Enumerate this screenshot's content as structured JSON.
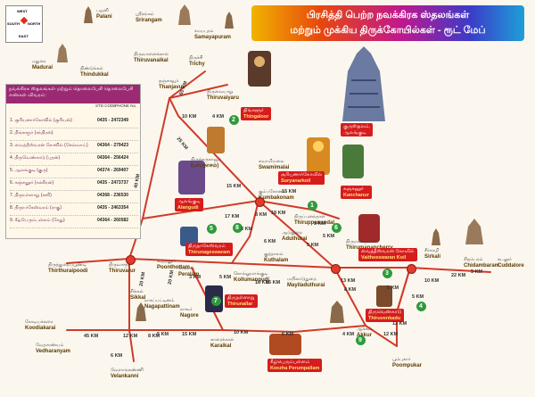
{
  "banner": {
    "line1": "பிரசித்தி பெற்ற நவக்கிரக ஸ்தலங்கள்",
    "line2": "மற்றும் முக்கிய திருக்கோயில்கள் - ரூட் மேப்"
  },
  "compass": {
    "north": "NORTH",
    "south": "SOUTH",
    "east": "EAST",
    "west": "WEST"
  },
  "legend": {
    "heading": "நவக்கிரக ஸ்தலங்கள் மற்றும் தொலைபேசி தொலைபேசி எண்கள் விவரம்:",
    "col_std": "STD CODE",
    "col_phone": "PHONE No.",
    "rows": [
      {
        "name": "1. சூரியனார்கோவில் (சூரியன்)",
        "phone": "0435 - 2472349"
      },
      {
        "name": "2. திங்களூர் (சந்திரன்)",
        "phone": ""
      },
      {
        "name": "3. வைத்தீஸ்வரன் கோவில் (செவ்வாய்)",
        "phone": "04364 - 279423"
      },
      {
        "name": "4. திருவெண்காடு (புதன்)",
        "phone": "04364 - 256424"
      },
      {
        "name": "5. ஆலங்குடி (குரு)",
        "phone": "04374 - 269407"
      },
      {
        "name": "6. கஞ்சனூர் (சுக்கிரன்)",
        "phone": "0435 - 2473737"
      },
      {
        "name": "7. திருநள்ளாறு (சனி)",
        "phone": "04368 - 236530"
      },
      {
        "name": "8. திருநாகேஸ்வரம் (ராகு)",
        "phone": "0435 - 2463354"
      },
      {
        "name": "9. கீழ்பெரும்பள்ளம் (கேது)",
        "phone": "04364 - 260582"
      }
    ]
  },
  "places": {
    "palani": {
      "ta": "பழனி",
      "en": "Palani"
    },
    "srirangam": {
      "ta": "ஸ்ரீரங்கம்",
      "en": "Srirangam"
    },
    "samayapuram": {
      "ta": "சமயபுரம்",
      "en": "Samayapuram"
    },
    "madurai": {
      "ta": "மதுரை",
      "en": "Madurai"
    },
    "thindukkal": {
      "ta": "திண்டுக்கல்",
      "en": "Thindukkal"
    },
    "thiruvanaikal": {
      "ta": "திருவானைக்கால்",
      "en": "Thiruvanaikal"
    },
    "trichy": {
      "ta": "திருச்சி",
      "en": "Trichy"
    },
    "thanjavur": {
      "ta": "தஞ்சாவூர்",
      "en": "Thanjavur"
    },
    "thiruvaiyaru": {
      "ta": "திருவையாறு",
      "en": "Thiruvaiyaru"
    },
    "thingaloor": {
      "ta": "திங்களூர்",
      "en": "Thingaloor"
    },
    "guru": {
      "ta": "குருஸ்தலம்,",
      "en": "ஆலங்குடி"
    },
    "swamimalai": {
      "ta": "சுவாமிமலை",
      "en": "Swamimalai"
    },
    "patteeswaram": {
      "ta": "திருக்கருகாவூர்",
      "en": "(பாபநாசம்)"
    },
    "kumbakonam": {
      "ta": "கும்பகோணம்",
      "en": "Kumbakonam"
    },
    "suryanar": {
      "ta": "சூரியனார்கோவில்",
      "en": "Suryanarkoil"
    },
    "alangudi": {
      "ta": "ஆலங்குடி",
      "en": "Alangudi"
    },
    "kanchanur": {
      "ta": "கஞ்சனூர்",
      "en": "Kanchanur"
    },
    "aduthurai": {
      "ta": "ஆடுதுறை",
      "en": "Aduthurai"
    },
    "thiruppanandal": {
      "ta": "திருப்பனந்தாள்",
      "en": "Thiruppanandal"
    },
    "thirumanancheri": {
      "ta": "திருமணஞ்சேரி",
      "en": "Thirumanancherry"
    },
    "vaitheeswaran": {
      "ta": "வைத்தீஸ்வரன் கோவில்",
      "en": "Vaitheeswaran Koil"
    },
    "sirkali": {
      "ta": "சீர்காழி",
      "en": "Sirkali"
    },
    "chidambaram": {
      "ta": "சிதம்பரம்",
      "en": "Chidambaram"
    },
    "cuddalore": {
      "ta": "கடலூர்",
      "en": "Cuddalore"
    },
    "thirunageswaram": {
      "ta": "திருநாகேஸ்வரம்",
      "en": "Thirunageswaram"
    },
    "kuthalam": {
      "ta": "குத்தாலம்",
      "en": "Kuthalam"
    },
    "peralam": {
      "ta": "பேரளம்",
      "en": "Peralam"
    },
    "kollumangudi": {
      "ta": "கொல்லுமாங்குடி",
      "en": "Kollumangudi"
    },
    "mayiladuthurai": {
      "ta": "மயிலாடுதுறை",
      "en": "Mayiladuthurai"
    },
    "thiruthuraipoondi": {
      "ta": "திருத்துறைப்பூண்டி",
      "en": "Thirthuraipoodi"
    },
    "thiruvarur": {
      "ta": "திருவாரூர்",
      "en": "Thiruvarur"
    },
    "koothanoor": {
      "ta": "கூத்தனூர்",
      "en": "Poonthottam"
    },
    "sikkal": {
      "ta": "சிக்கல்",
      "en": "Sikkal"
    },
    "nagapattinam": {
      "ta": "நாகப்பட்டினம்",
      "en": "Nagapattinam"
    },
    "nagore": {
      "ta": "நாகூர்",
      "en": "Nagore"
    },
    "thirunallar": {
      "ta": "திருநள்ளாறு",
      "en": "Thirunallar"
    },
    "karaikal": {
      "ta": "காரைக்கால்",
      "en": "Karaikal"
    },
    "thiruvenkadu": {
      "ta": "திருவெண்காடு",
      "en": "Thiruvenkadu"
    },
    "akkur": {
      "ta": "ஆக்கூர்",
      "en": "Akkur"
    },
    "keezha": {
      "ta": "கீழ்பெரும்பள்ளம்",
      "en": "Keezha Perumpallam"
    },
    "poompukar": {
      "ta": "பூம்புகார்",
      "en": "Poompukar"
    },
    "kodiakarai": {
      "ta": "கோடியக்கரை",
      "en": "Koodiakarai"
    },
    "vedharanyam": {
      "ta": "வேதாரண்யம்",
      "en": "Vedharanyam"
    },
    "velankanni": {
      "ta": "வேளாங்கண்ணி",
      "en": "Velankanni"
    }
  },
  "distances": {
    "d1": "60 KM",
    "d2": "10 KM",
    "d3": "4 KM",
    "d4": "25 KM",
    "d5": "40 KM",
    "d6": "15 KM",
    "d7": "15 KM",
    "d8": "17 KM",
    "d9": "8 KM",
    "d10": "18 KM",
    "d11": "5 KM",
    "d12": "5 KM",
    "d13": "3 KM",
    "d14": "5 KM",
    "d15": "6 KM",
    "d16": "16 KM",
    "d17": "10 KM",
    "d18": "5 KM",
    "d19": "22 KM",
    "d20": "20 KM",
    "d21": "20 KM",
    "d22": "3 KM",
    "d23": "5 KM",
    "d24": "16 KM",
    "d25": "13 KM",
    "d26": "8 KM",
    "d27": "5 KM",
    "d28": "12 KM",
    "d29": "5 KM",
    "d30": "4 KM",
    "d31": "12 KM",
    "d32": "45 KM",
    "d33": "12 KM",
    "d34": "6 KM",
    "d35": "15 KM",
    "d36": "5 KM",
    "d37": "8 KM",
    "d38": "10 KM",
    "d39": "6 KM"
  },
  "colors": {
    "road": "#d13a2a",
    "node": "#e43a2a",
    "badge": "#2e9a3c",
    "label": "#d61c1c"
  }
}
